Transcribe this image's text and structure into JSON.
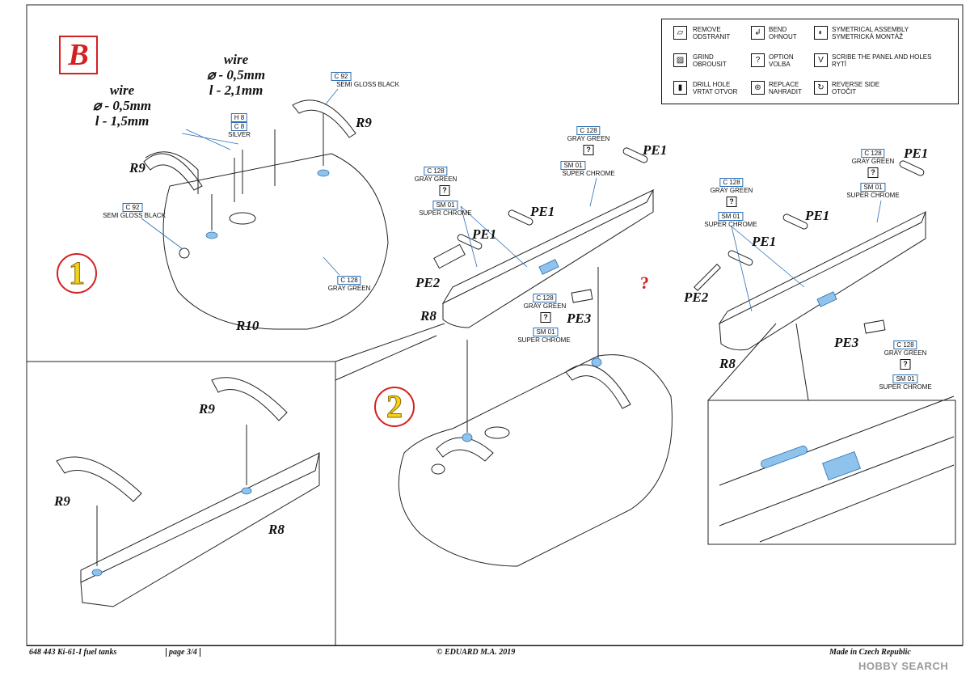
{
  "section_label": "B",
  "steps": [
    "1",
    "2"
  ],
  "red_question": "?",
  "legend": [
    {
      "icon": "remove-icon",
      "glyph": "▱",
      "line1": "REMOVE",
      "line2": "ODSTRANIT"
    },
    {
      "icon": "bend-icon",
      "glyph": "↲",
      "line1": "BEND",
      "line2": "OHNOUT"
    },
    {
      "icon": "symmetrical-icon",
      "glyph": "◐",
      "line1": "SYMETRICAL ASSEMBLY",
      "line2": "SYMETRICKÁ MONTÁŽ"
    },
    {
      "icon": "grind-icon",
      "glyph": "▨",
      "line1": "GRIND",
      "line2": "OBROUSIT"
    },
    {
      "icon": "option-icon",
      "glyph": "?",
      "line1": "OPTION",
      "line2": "VOLBA"
    },
    {
      "icon": "scribe-icon",
      "glyph": "V",
      "line1": "SCRIBE THE PANEL AND HOLES",
      "line2": "RYTÍ"
    },
    {
      "icon": "drill-icon",
      "glyph": "▮",
      "line1": "DRILL HOLE",
      "line2": "VRTAT OTVOR"
    },
    {
      "icon": "replace-icon",
      "glyph": "⊛",
      "line1": "REPLACE",
      "line2": "NAHRADIT"
    },
    {
      "icon": "reverse-icon",
      "glyph": "↻",
      "line1": "REVERSE SIDE",
      "line2": "OTOČIT"
    }
  ],
  "wire1": {
    "title": "wire",
    "diameter": "⌀ - 0,5mm",
    "length": "l - 1,5mm"
  },
  "wire2": {
    "title": "wire",
    "diameter": "⌀ - 0,5mm",
    "length": "l - 2,1mm"
  },
  "parts": {
    "r8": "R8",
    "r9": "R9",
    "r10": "R10",
    "pe1": "PE1",
    "pe2": "PE2",
    "pe3": "PE3"
  },
  "colors": {
    "c92": "C 92",
    "semi_gloss_black": "SEMI GLOSS BLACK",
    "h8": "H 8",
    "c8": "C 8",
    "silver": "SILVER",
    "c128": "C 128",
    "gray_green": "GRAY GREEN",
    "sm01": "SM 01",
    "super_chrome": "SUPER CHROME",
    "q": "?"
  },
  "footer": {
    "left": "648 443  Ki-61-I fuel tanks",
    "page": "page 3/4",
    "center": "© EDUARD  M.A. 2019",
    "right": "Made in Czech Republic",
    "watermark": "HOBBY SEARCH"
  },
  "accent_red": "#d42020",
  "highlight_blue": "#8fc3ec",
  "callout_blue": "#2a6fb5"
}
